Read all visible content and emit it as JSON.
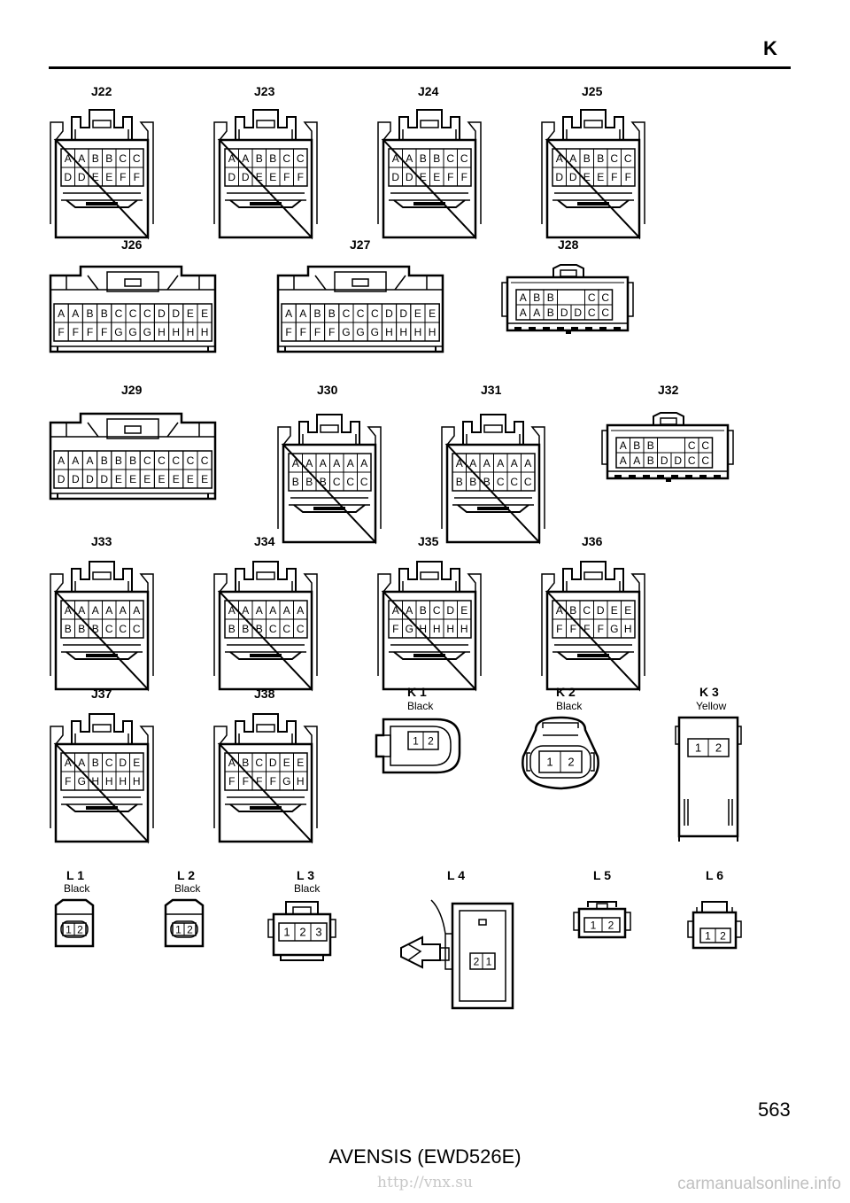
{
  "page": {
    "section_letter": "K",
    "page_number": "563",
    "footer_title": "AVENSIS (EWD526E)",
    "footer_url": "http://vnx.su",
    "watermark": "carmanualsonline.info"
  },
  "connectors": [
    {
      "id": "J22",
      "type": "std",
      "rows": [
        [
          "A",
          "A",
          "B",
          "B",
          "C",
          "C"
        ],
        [
          "D",
          "D",
          "E",
          "E",
          "F",
          "F"
        ]
      ]
    },
    {
      "id": "J23",
      "type": "std",
      "rows": [
        [
          "A",
          "A",
          "B",
          "B",
          "C",
          "C"
        ],
        [
          "D",
          "D",
          "E",
          "E",
          "F",
          "F"
        ]
      ]
    },
    {
      "id": "J24",
      "type": "std",
      "rows": [
        [
          "A",
          "A",
          "B",
          "B",
          "C",
          "C"
        ],
        [
          "D",
          "D",
          "E",
          "E",
          "F",
          "F"
        ]
      ]
    },
    {
      "id": "J25",
      "type": "std",
      "rows": [
        [
          "A",
          "A",
          "B",
          "B",
          "C",
          "C"
        ],
        [
          "D",
          "D",
          "E",
          "E",
          "F",
          "F"
        ]
      ]
    },
    {
      "id": "J26",
      "type": "wide",
      "rows": [
        [
          "A",
          "A",
          "B",
          "B",
          "C",
          "C",
          "C",
          "D",
          "D",
          "E",
          "E"
        ],
        [
          "F",
          "F",
          "F",
          "F",
          "G",
          "G",
          "G",
          "H",
          "H",
          "H",
          "H"
        ]
      ]
    },
    {
      "id": "J27",
      "type": "wide",
      "rows": [
        [
          "A",
          "A",
          "B",
          "B",
          "C",
          "C",
          "C",
          "D",
          "D",
          "E",
          "E"
        ],
        [
          "F",
          "F",
          "F",
          "F",
          "G",
          "G",
          "G",
          "H",
          "H",
          "H",
          "H"
        ]
      ]
    },
    {
      "id": "J28",
      "type": "short",
      "rows": [
        [
          "A",
          "B",
          "B",
          "",
          "",
          "C",
          "C"
        ],
        [
          "A",
          "A",
          "B",
          "D",
          "D",
          "C",
          "C"
        ]
      ]
    },
    {
      "id": "J29",
      "type": "wide",
      "rows": [
        [
          "A",
          "A",
          "A",
          "B",
          "B",
          "B",
          "C",
          "C",
          "C",
          "C",
          "C"
        ],
        [
          "D",
          "D",
          "D",
          "D",
          "E",
          "E",
          "E",
          "E",
          "E",
          "E",
          "E"
        ]
      ]
    },
    {
      "id": "J30",
      "type": "std",
      "rows": [
        [
          "A",
          "A",
          "A",
          "A",
          "A",
          "A"
        ],
        [
          "B",
          "B",
          "B",
          "C",
          "C",
          "C"
        ]
      ]
    },
    {
      "id": "J31",
      "type": "std",
      "rows": [
        [
          "A",
          "A",
          "A",
          "A",
          "A",
          "A"
        ],
        [
          "B",
          "B",
          "B",
          "C",
          "C",
          "C"
        ]
      ]
    },
    {
      "id": "J32",
      "type": "short",
      "rows": [
        [
          "A",
          "B",
          "B",
          "",
          "",
          "C",
          "C"
        ],
        [
          "A",
          "A",
          "B",
          "D",
          "D",
          "C",
          "C"
        ]
      ]
    },
    {
      "id": "J33",
      "type": "std",
      "rows": [
        [
          "A",
          "A",
          "A",
          "A",
          "A",
          "A"
        ],
        [
          "B",
          "B",
          "B",
          "C",
          "C",
          "C"
        ]
      ]
    },
    {
      "id": "J34",
      "type": "std",
      "rows": [
        [
          "A",
          "A",
          "A",
          "A",
          "A",
          "A"
        ],
        [
          "B",
          "B",
          "B",
          "C",
          "C",
          "C"
        ]
      ]
    },
    {
      "id": "J35",
      "type": "std",
      "rows": [
        [
          "A",
          "A",
          "B",
          "C",
          "D",
          "E"
        ],
        [
          "F",
          "G",
          "H",
          "H",
          "H",
          "H"
        ]
      ]
    },
    {
      "id": "J36",
      "type": "std",
      "rows": [
        [
          "A",
          "B",
          "C",
          "D",
          "E",
          "E"
        ],
        [
          "F",
          "F",
          "F",
          "F",
          "G",
          "H"
        ]
      ]
    },
    {
      "id": "J37",
      "type": "std",
      "rows": [
        [
          "A",
          "A",
          "B",
          "C",
          "D",
          "E"
        ],
        [
          "F",
          "G",
          "H",
          "H",
          "H",
          "H"
        ]
      ]
    },
    {
      "id": "J38",
      "type": "std",
      "rows": [
        [
          "A",
          "B",
          "C",
          "D",
          "E",
          "E"
        ],
        [
          "F",
          "F",
          "F",
          "F",
          "G",
          "H"
        ]
      ]
    },
    {
      "id": "K 1",
      "color": "Black",
      "type": "k1",
      "pins": [
        "1",
        "2"
      ]
    },
    {
      "id": "K 2",
      "color": "Black",
      "type": "k2",
      "pins": [
        "1",
        "2"
      ]
    },
    {
      "id": "K 3",
      "color": "Yellow",
      "type": "k3",
      "pins": [
        "1",
        "2"
      ]
    },
    {
      "id": "L 1",
      "color": "Black",
      "type": "l1",
      "pins": [
        "1",
        "2"
      ]
    },
    {
      "id": "L 2",
      "color": "Black",
      "type": "l1",
      "pins": [
        "1",
        "2"
      ]
    },
    {
      "id": "L 3",
      "color": "Black",
      "type": "l3",
      "pins": [
        "1",
        "2",
        "3"
      ]
    },
    {
      "id": "L 4",
      "type": "l4",
      "pins": [
        "2",
        "1"
      ]
    },
    {
      "id": "L 5",
      "type": "l5",
      "pins": [
        "1",
        "2"
      ]
    },
    {
      "id": "L 6",
      "type": "l6",
      "pins": [
        "1",
        "2"
      ]
    }
  ]
}
